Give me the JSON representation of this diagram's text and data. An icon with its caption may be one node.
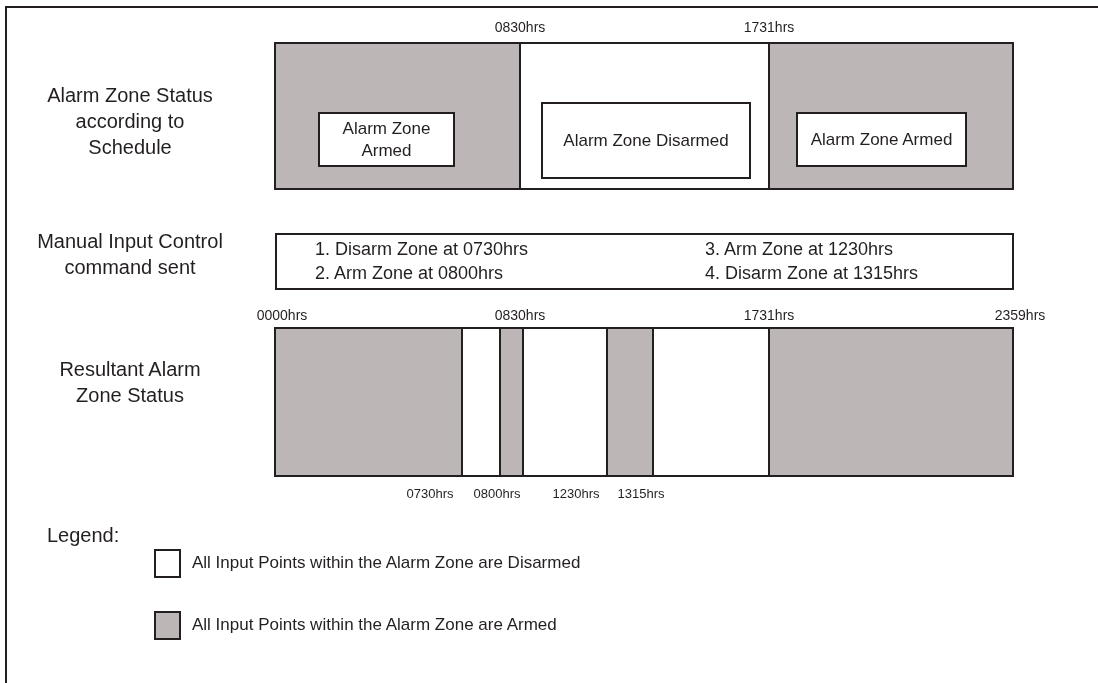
{
  "diagram": {
    "nodes": [
      {
        "text": [],
        "shape": "bar"
      },
      {
        "text": [
          "Alarm Zone Armed"
        ],
        "in": 0
      },
      {
        "text": [],
        "shape": "bar"
      },
      {
        "text": [
          "Alarm Zone Disarmed"
        ],
        "in": 2
      },
      {
        "text": [],
        "shape": "bar"
      },
      {
        "text": [
          "Alarm Zone Armed"
        ],
        "in": 4
      },
      {
        "text": [
          "1. Disarm Zone at 0730hrs",
          "2. Arm Zone at 0800hrs",
          "3. Arm Zone at 1230hrs",
          "4. Disarm Zone at 1315hrs"
        ]
      },
      {
        "text": [],
        "shape": "bar"
      },
      {
        "text": [],
        "shape": "bar"
      },
      {
        "text": [],
        "shape": "bar"
      },
      {
        "text": [],
        "shape": "bar"
      },
      {
        "text": [],
        "shape": "bar"
      },
      {
        "text": [],
        "shape": "bar"
      },
      {
        "text": [],
        "shape": "bar"
      }
    ],
    "edges": [],
    "labels": [
      "0830hrs",
      "1731hrs",
      "Alarm Zone Status according to Schedule",
      "Manual Input Control command sent",
      "0000hrs",
      "0830hrs",
      "1731hrs",
      "2359hrs",
      "Resultant Alarm Zone Status",
      "0730hrs",
      "0800hrs",
      "1230hrs",
      "1315hrs",
      "Legend:"
    ],
    "legend": [
      {
        "text": "All Input Points within the Alarm Zone are Disarmed",
        "color": "#ffffff"
      },
      {
        "text": "All Input Points within the Alarm Zone are Armed",
        "color": "#bcb6b7"
      }
    ]
  }
}
